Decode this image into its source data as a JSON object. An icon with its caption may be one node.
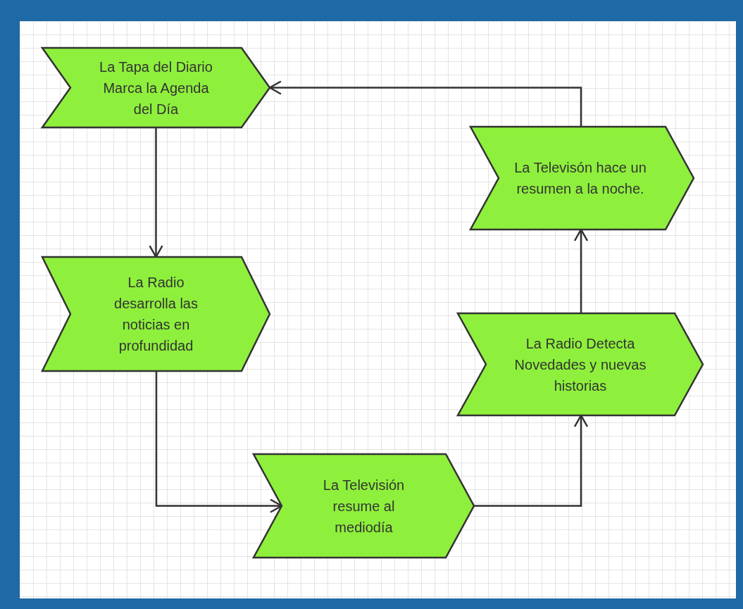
{
  "diagram": {
    "nodes": [
      {
        "text": [
          "La Tapa del Diario Marca la Agenda del Día"
        ]
      },
      {
        "text": [
          "La Radio desarrolla las noticias en profundidad"
        ]
      },
      {
        "text": [
          "La Televisión resume al mediodía"
        ]
      },
      {
        "text": [
          "La Radio Detecta Novedades y nuevas historias"
        ]
      },
      {
        "text": [
          "La Televisón hace un resumen a la noche."
        ]
      }
    ],
    "edges": [
      {
        "from": 0,
        "to": 1,
        "arrow": "to"
      },
      {
        "from": 1,
        "to": 2,
        "arrow": "to"
      },
      {
        "from": 2,
        "to": 3,
        "arrow": "to"
      },
      {
        "from": 3,
        "to": 4,
        "arrow": "to"
      },
      {
        "from": 4,
        "to": 0,
        "arrow": "to"
      }
    ]
  }
}
